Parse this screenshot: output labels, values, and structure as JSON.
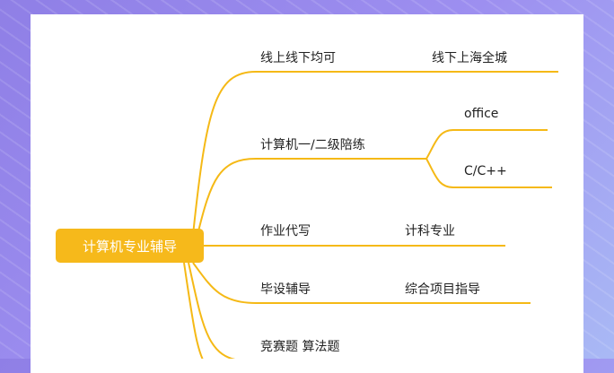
{
  "root": {
    "label": "计算机专业辅导"
  },
  "branches": [
    {
      "label": "线上线下均可",
      "children": [
        "线下上海全城"
      ]
    },
    {
      "label": "计算机一/二级陪练",
      "children": [
        "office",
        "C/C++"
      ]
    },
    {
      "label": "作业代写",
      "children": [
        "计科专业"
      ]
    },
    {
      "label": "毕设辅导",
      "children": [
        "综合项目指导"
      ]
    },
    {
      "label": "竞赛题 算法题",
      "children": []
    }
  ],
  "colors": {
    "line": "#f5b916",
    "root_bg": "#f6b91b"
  }
}
